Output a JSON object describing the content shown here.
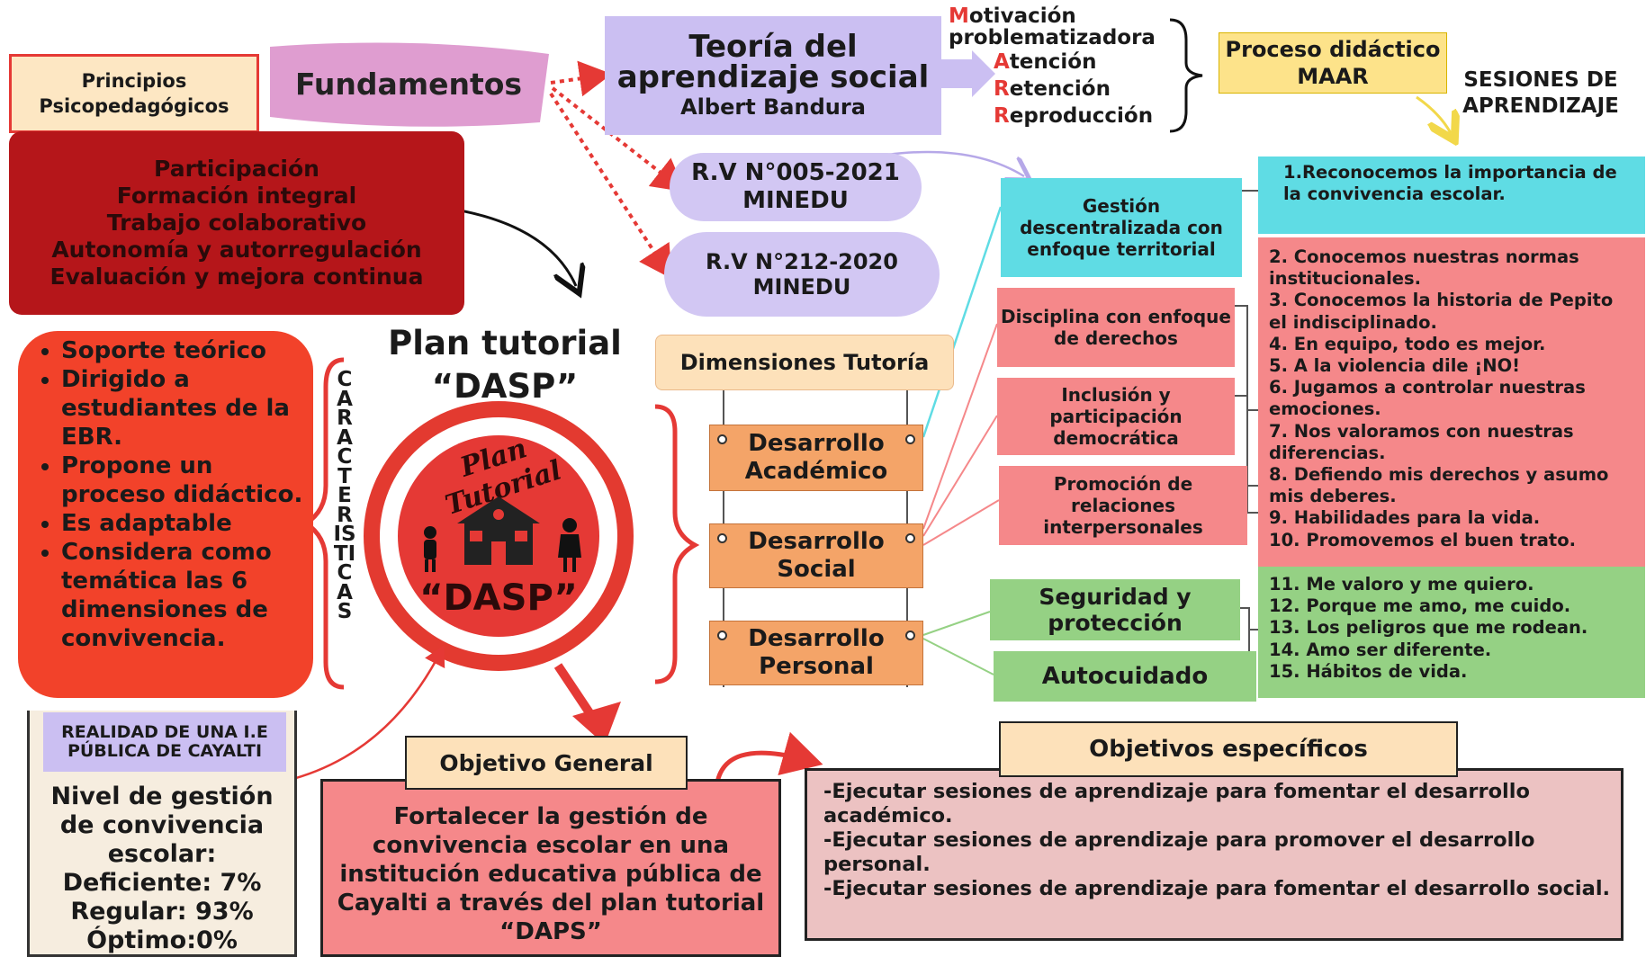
{
  "principios": "Principios Psicopedagógicos",
  "fundamentos": "Fundamentos",
  "teoria": {
    "title": "Teoría del aprendizaje social",
    "author": "Albert Bandura"
  },
  "maar": [
    {
      "cap": "M",
      "rest": "otivación problematizadora"
    },
    {
      "cap": "A",
      "rest": "tención"
    },
    {
      "cap": "R",
      "rest": "etención"
    },
    {
      "cap": "R",
      "rest": "eproducción"
    }
  ],
  "proceso": "Proceso didáctico MAAR",
  "sesiones": "SESIONES DE APRENDIZAJE",
  "valores": [
    "Participación",
    "Formación integral",
    "Trabajo colaborativo",
    "Autonomía y autorregulación",
    "Evaluación y mejora continua"
  ],
  "rv1": "R.V N°005-2021 MINEDU",
  "rv2": "R.V N°212-2020 MINEDU",
  "caracteristicas_items": [
    "Soporte teórico",
    "Dirigido a estudiantes de la EBR.",
    "Propone un proceso didáctico.",
    "Es adaptable",
    "Considera como temática las 6 dimensiones de convivencia."
  ],
  "caracteristicas_label": "CARACTERISTICAS",
  "plan_title": "Plan tutorial “DASP”",
  "logo_text": {
    "top": "Plan Tutorial",
    "bottom": "“DASP”"
  },
  "dimensiones_title": "Dimensiones  Tutoría",
  "dimensiones": [
    "Desarrollo Académico",
    "Desarrollo Social",
    "Desarrollo Personal"
  ],
  "subdimensiones": {
    "gestion": "Gestión descentralizada con enfoque territorial",
    "disciplina": "Disciplina con enfoque de derechos",
    "inclusion": "Inclusión y participación democrática",
    "promocion": "Promoción de relaciones interpersonales",
    "seguridad": "Seguridad y protección",
    "autocuidado": "Autocuidado"
  },
  "sesiones_cyan": [
    "1.Reconocemos la importancia de la convivencia escolar."
  ],
  "sesiones_red": [
    "2. Conocemos nuestras normas institucionales.",
    "3. Conocemos la historia de Pepito el indisciplinado.",
    "4. En equipo, todo es mejor.",
    "5. A la violencia dile ¡NO!",
    "6. Jugamos a controlar nuestras emociones.",
    "7. Nos valoramos con nuestras diferencias.",
    "8. Defiendo mis derechos y asumo mis deberes.",
    "9.  Habilidades para la vida.",
    "10.  Promovemos el buen trato."
  ],
  "sesiones_green": [
    "11. Me valoro y me quiero.",
    "12. Porque me amo, me cuido.",
    "13. Los peligros que me rodean.",
    "14. Amo ser diferente.",
    "15.  Hábitos de vida."
  ],
  "realidad": {
    "label": "REALIDAD DE UNA I.E PÚBLICA DE CAYALTI",
    "lines": [
      "Nivel de gestión de convivencia escolar:",
      "Deficiente: 7%",
      "Regular: 93%",
      "Óptimo:0%"
    ]
  },
  "objetivo_general": {
    "label": "Objetivo General",
    "text": "Fortalecer la gestión de convivencia escolar en una institución educativa pública de Cayalti a través del plan tutorial “DAPS”"
  },
  "objetivos_especificos": {
    "label": "Objetivos específicos",
    "items": [
      "-Ejecutar sesiones de aprendizaje para fomentar el desarrollo académico.",
      "-Ejecutar sesiones de aprendizaje para promover el desarrollo personal.",
      "-Ejecutar sesiones de aprendizaje para fomentar el desarrollo social."
    ]
  },
  "colors": {
    "red": "#e53935",
    "lavender": "#cbbff2",
    "cyan": "#5fdce4",
    "salmon": "#f5888a",
    "green": "#95d184",
    "orange": "#f4a468",
    "cream": "#fde1ba",
    "yellow": "#fde38a"
  }
}
